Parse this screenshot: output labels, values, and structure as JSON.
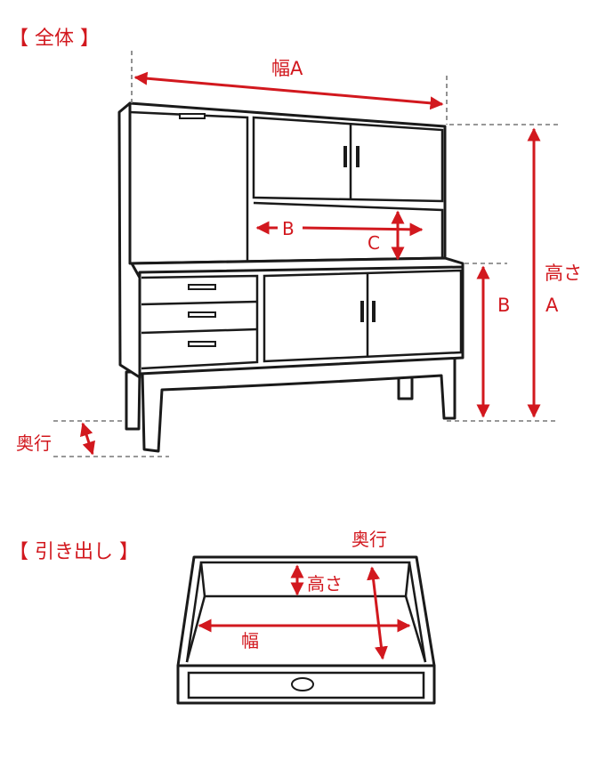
{
  "sections": {
    "overall_title": "【 全体 】",
    "drawer_title": "【 引き出し 】"
  },
  "overall_labels": {
    "width_a": "幅A",
    "b_inner_width": "B",
    "c": "C",
    "height_line1": "高さ",
    "height_line2": "A",
    "b_height": "B",
    "depth": "奥行"
  },
  "drawer_labels": {
    "depth": "奥行",
    "height": "高さ",
    "width": "幅"
  },
  "colors": {
    "accent": "#d2181e",
    "line": "#1a1a1a",
    "dashed": "#777777"
  }
}
